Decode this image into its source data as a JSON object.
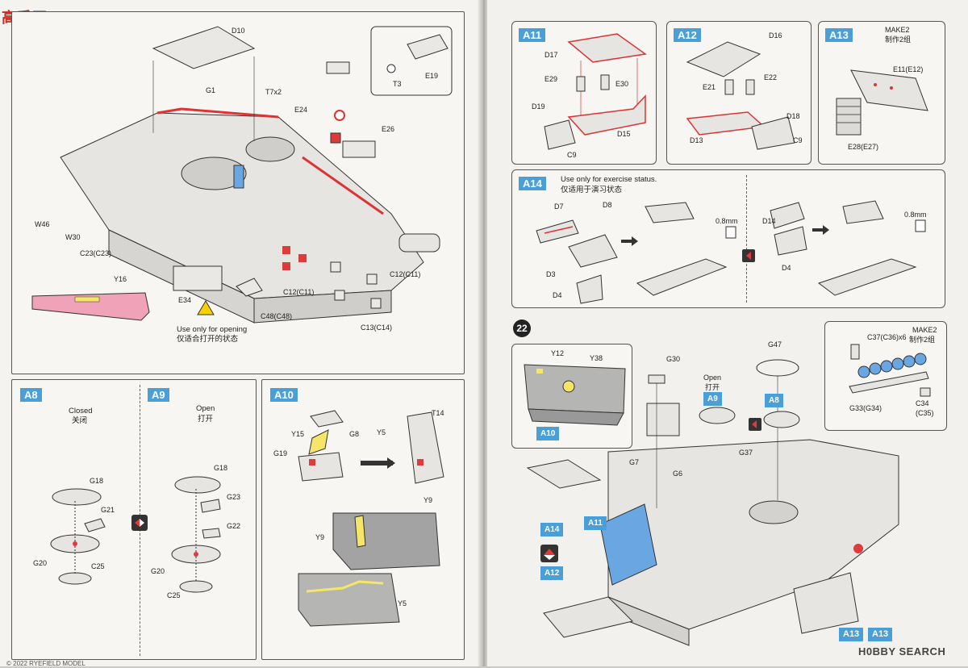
{
  "watermark": {
    "site_text": "高手网",
    "hobby_search": "H0BBY SEARCH"
  },
  "footer_left": "© 2022 RYEFIELD MODEL",
  "step_number": "22",
  "left_top": {
    "labels": [
      "D10",
      "G1",
      "T7x2",
      "E24",
      "E19",
      "T3",
      "E26",
      "W46",
      "W30",
      "C23(C23)",
      "Y16",
      "E34",
      "C48(C48)",
      "C12(C11)",
      "C12(C11)",
      "C13(C14)"
    ],
    "note_en": "Use only for opening",
    "note_cn": "仅适合打开的状态"
  },
  "a8": {
    "tag": "A8",
    "title_en": "Closed",
    "title_cn": "关闭",
    "labels": [
      "G18",
      "G21",
      "G20",
      "C25"
    ]
  },
  "a9": {
    "tag": "A9",
    "title_en": "Open",
    "title_cn": "打开",
    "labels": [
      "G18",
      "G23",
      "G22",
      "G20",
      "C25"
    ]
  },
  "a10": {
    "tag": "A10",
    "labels": [
      "Y15",
      "G8",
      "G19",
      "Y5",
      "T14",
      "Y9",
      "Y9",
      "Y5"
    ]
  },
  "a11": {
    "tag": "A11",
    "labels": [
      "D17",
      "E29",
      "E30",
      "D19",
      "C9",
      "D15"
    ]
  },
  "a12": {
    "tag": "A12",
    "labels": [
      "D16",
      "E21",
      "E22",
      "D18",
      "D13",
      "C9"
    ]
  },
  "a13": {
    "tag": "A13",
    "make_en": "MAKE2",
    "make_cn": "制作2组",
    "labels": [
      "E11(E12)",
      "E28(E27)"
    ]
  },
  "a14": {
    "tag": "A14",
    "note_en": "Use only for exercise status.",
    "note_cn": "仅适用于演习状态",
    "labels": [
      "D7",
      "D8",
      "0.8mm",
      "D3",
      "D4",
      "D14",
      "D4",
      "0.8mm"
    ]
  },
  "step22": {
    "labels": [
      "Y12",
      "Y38",
      "G30",
      "G47",
      "C37(C36)x6",
      "G33(G34)",
      "C34",
      "(C35)",
      "G7",
      "G6",
      "G37"
    ],
    "inset_tag": "A10",
    "open_en": "Open",
    "open_cn": "打开",
    "open_tag": "A9",
    "a8_tag": "A8",
    "make_en": "MAKE2",
    "make_cn": "制作2组",
    "tag_a14": "A14",
    "tag_a11": "A11",
    "tag_a12": "A12",
    "bottom_tag": "A13",
    "bottom_tag_paren": "A13"
  },
  "colors": {
    "tag_blue": "#4a9fd8",
    "red_part": "#e03a3a",
    "pink_part": "#f0a3b8",
    "yellow_part": "#f5e66a",
    "blue_part": "#6aa7e2"
  }
}
